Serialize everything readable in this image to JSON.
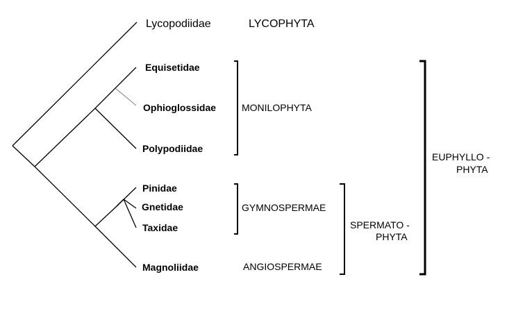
{
  "taxa": {
    "lycopodiidae": "Lycopodiidae",
    "equisetidae": "Equisetidae",
    "ophioglossidae": "Ophioglossidae",
    "polypodiidae": "Polypodiidae",
    "pinidae": "Pinidae",
    "gnetidae": "Gnetidae",
    "taxidae": "Taxidae",
    "magnoliidae": "Magnoliidae"
  },
  "groups": {
    "lycophyta": "LYCOPHYTA",
    "monilophyta": "MONILOPHYTA",
    "gymnospermae": "GYMNOSPERMAE",
    "angiospermae": "ANGIOSPERMAE",
    "spermatophyta_line1": "SPERMATO -",
    "spermatophyta_line2": "PHYTA",
    "euphyllophyta_line1": "EUPHYLLO -",
    "euphyllophyta_line2": "PHYTA"
  },
  "colors": {
    "lines": "#000000",
    "text": "#000000",
    "background": "#ffffff"
  }
}
